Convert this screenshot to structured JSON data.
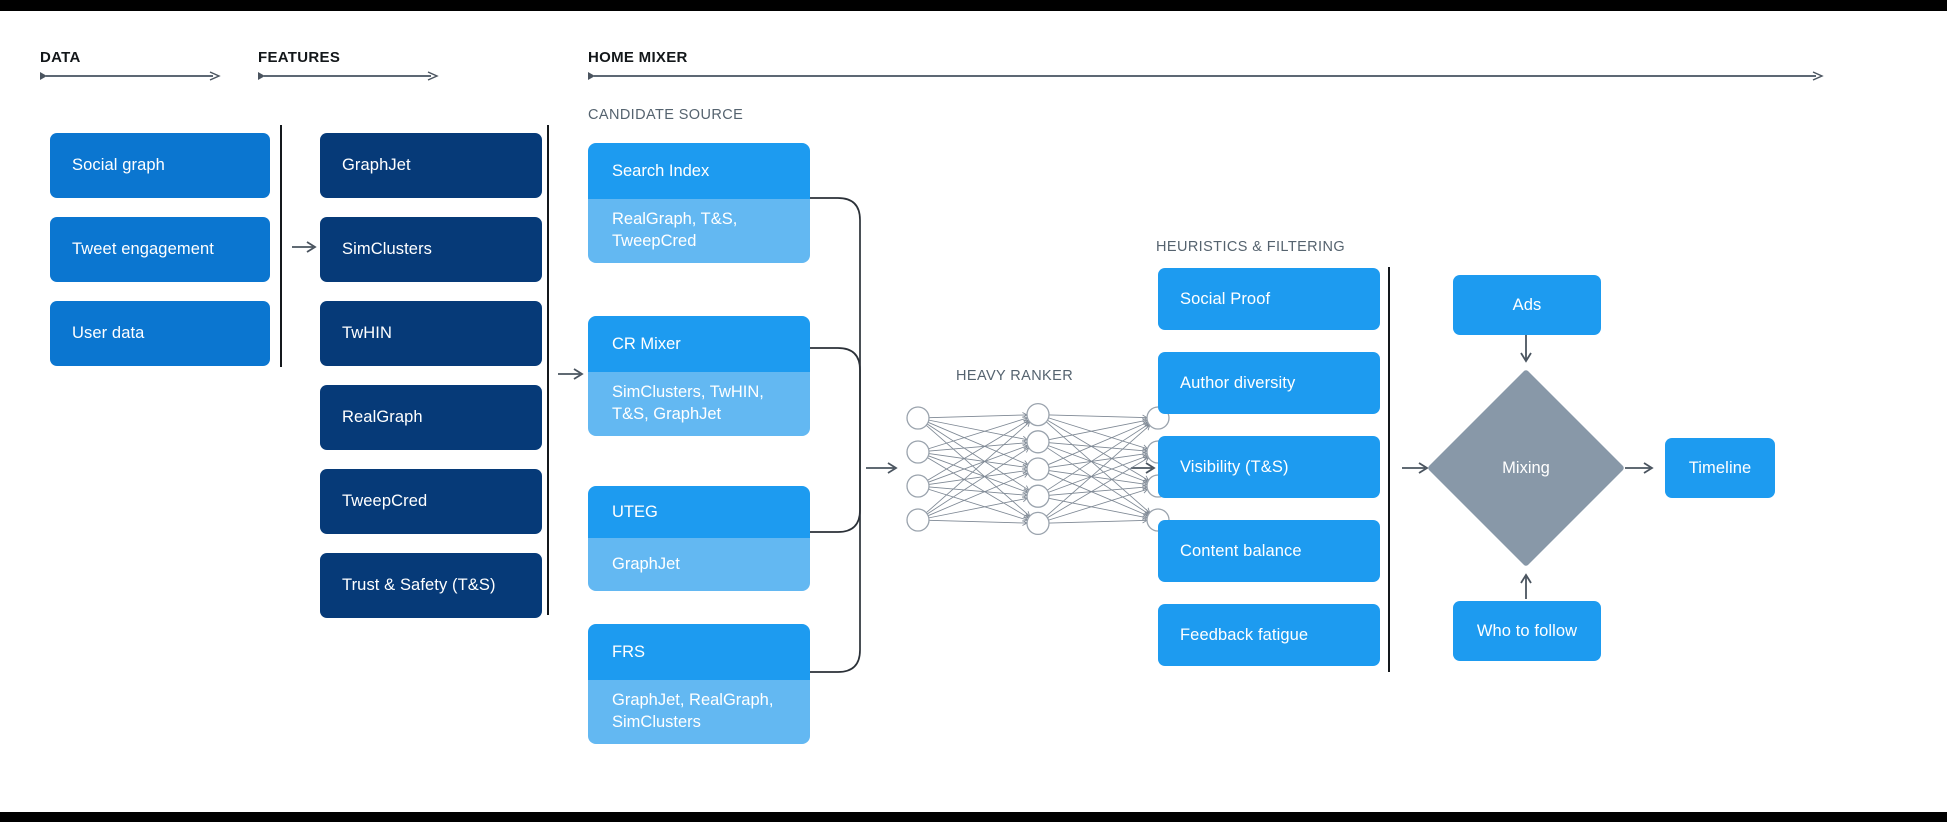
{
  "sections": {
    "data": {
      "label": "DATA"
    },
    "features": {
      "label": "FEATURES"
    },
    "home_mixer": {
      "label": "HOME MIXER"
    },
    "candidate_source": {
      "label": "CANDIDATE SOURCE"
    },
    "heavy_ranker": {
      "label": "HEAVY RANKER"
    },
    "heuristics": {
      "label": "HEURISTICS & FILTERING"
    }
  },
  "data_boxes": [
    {
      "label": "Social graph"
    },
    {
      "label": "Tweet engagement"
    },
    {
      "label": "User data"
    }
  ],
  "feature_boxes": [
    {
      "label": "GraphJet"
    },
    {
      "label": "SimClusters"
    },
    {
      "label": "TwHIN"
    },
    {
      "label": "RealGraph"
    },
    {
      "label": "TweepCred"
    },
    {
      "label": "Trust & Safety (T&S)"
    }
  ],
  "candidate_sources": [
    {
      "title": "Search Index",
      "features": "RealGraph, T&S,\nTweepCred"
    },
    {
      "title": "CR Mixer",
      "features": "SimClusters, TwHIN,\nT&S, GraphJet"
    },
    {
      "title": "UTEG",
      "features": "GraphJet"
    },
    {
      "title": "FRS",
      "features": "GraphJet, RealGraph,\nSimClusters"
    }
  ],
  "heuristics_boxes": [
    {
      "label": "Social Proof"
    },
    {
      "label": "Author diversity"
    },
    {
      "label": "Visibility (T&S)"
    },
    {
      "label": "Content balance"
    },
    {
      "label": "Feedback fatigue"
    }
  ],
  "output_stage": {
    "ads": "Ads",
    "mixing": "Mixing",
    "who_to_follow": "Who to follow",
    "timeline": "Timeline"
  },
  "neural_net": {
    "input_nodes": 4,
    "hidden_nodes": 5,
    "output_nodes": 4
  },
  "colors": {
    "data_blue": "#0b76d0",
    "feature_navy": "#063a78",
    "accent_blue": "#1d9bf0",
    "light_blue": "#63b8f2",
    "mixing_gray": "#8898a8",
    "label_gray": "#55636f",
    "line_gray": "#4a545f"
  }
}
